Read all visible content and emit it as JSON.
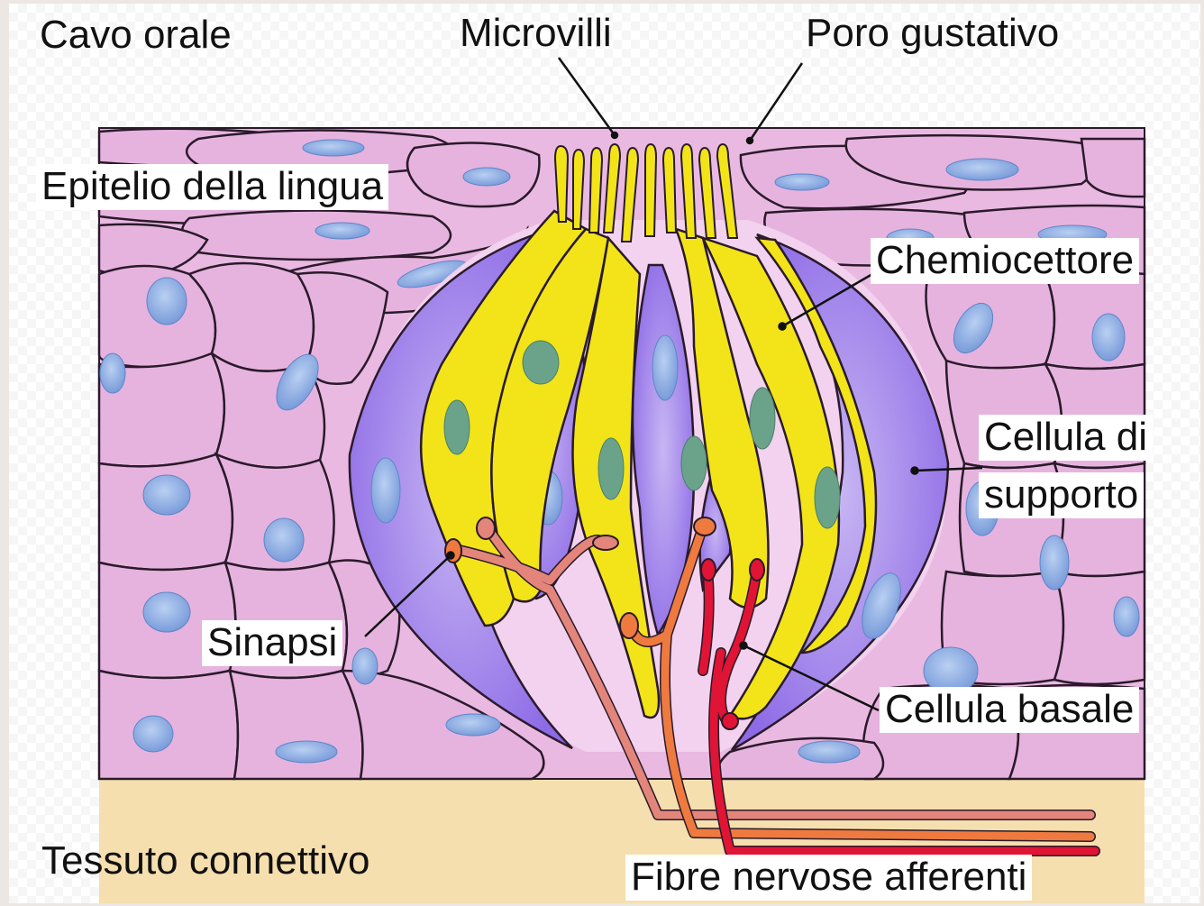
{
  "labels": {
    "cavo_orale": "Cavo orale",
    "microvilli": "Microvilli",
    "poro_gustativo": "Poro gustativo",
    "epitelio": "Epitelio della lingua",
    "chemiocettore": "Chemiocettore",
    "cellula_supporto_1": "Cellula di",
    "cellula_supporto_2": "supporto",
    "sinapsi": "Sinapsi",
    "cellula_basale": "Cellula basale",
    "tessuto_connettivo": "Tessuto connettivo",
    "fibre_nervose": "Fibre nervose afferenti"
  },
  "colors": {
    "epithelium": "#e8b6e0",
    "epithelium_cell": "#e6b3df",
    "nucleus_blue": "#8fb0e8",
    "support_cell": "#9c7fe8",
    "receptor_cell": "#f2e419",
    "receptor_nucleus": "#6aa28a",
    "connective": "#f6dfae",
    "nerve_light": "#e3857a",
    "nerve_orange": "#ef7a3f",
    "nerve_red": "#e01434"
  }
}
